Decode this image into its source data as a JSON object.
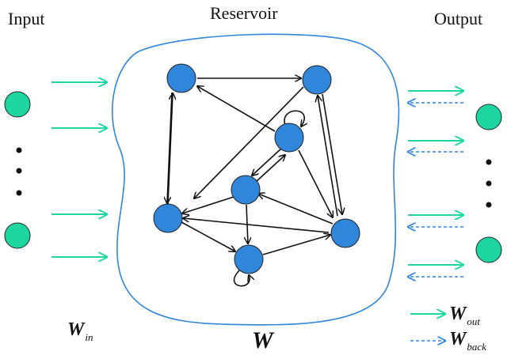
{
  "headings": {
    "input": "Input",
    "reservoir": "Reservoir",
    "output": "Output"
  },
  "weights": {
    "w_in": {
      "symbol": "W",
      "subscript": "in"
    },
    "w_reservoir": {
      "symbol": "W"
    },
    "w_out": {
      "symbol": "W",
      "subscript": "out"
    },
    "w_back": {
      "symbol": "W",
      "subscript": "back"
    }
  },
  "colors": {
    "reservoir_node": "#2f86db",
    "io_node": "#1ed6a0",
    "boundary": "#2f86db",
    "input_arrow": "#1ed6a0",
    "feedback_arrow": "#2f86db",
    "edge": "#111111"
  }
}
